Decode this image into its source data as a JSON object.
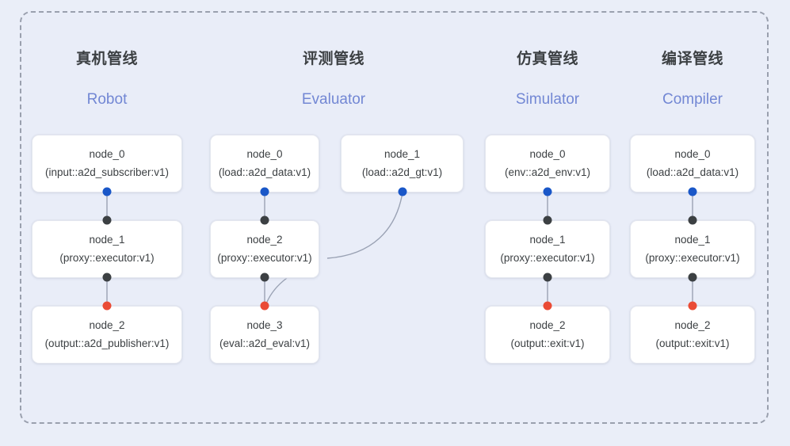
{
  "frame": {
    "name": "pipeline-canvas",
    "border_style": "dashed",
    "border_color": "#9aa0ae",
    "background": "#e9edf8"
  },
  "colors": {
    "canvas_bg": "#eaeef8",
    "node_bg": "#ffffff",
    "node_border": "#e4e7ef",
    "heading_cn": "#3c4043",
    "heading_en": "#7287d4",
    "port_input": "#1a57c8",
    "port_proxy": "#3c4043",
    "port_output": "#ea4b35",
    "edge": "#9aa2b4"
  },
  "columns": [
    {
      "id": "robot",
      "title_cn": "真机管线",
      "title_en": "Robot",
      "nodes": [
        {
          "id": "node_0",
          "spec": "(input::a2d_subscriber:v1)"
        },
        {
          "id": "node_1",
          "spec": "(proxy::executor:v1)"
        },
        {
          "id": "node_2",
          "spec": "(output::a2d_publisher:v1)"
        }
      ]
    },
    {
      "id": "evaluator",
      "title_cn": "评测管线",
      "title_en": "Evaluator",
      "nodes": [
        {
          "id": "node_0",
          "spec": "(load::a2d_data:v1)"
        },
        {
          "id": "node_1",
          "spec": "(load::a2d_gt:v1)"
        },
        {
          "id": "node_2",
          "spec": "(proxy::executor:v1)"
        },
        {
          "id": "node_3",
          "spec": "(eval::a2d_eval:v1)"
        }
      ]
    },
    {
      "id": "simulator",
      "title_cn": "仿真管线",
      "title_en": "Simulator",
      "nodes": [
        {
          "id": "node_0",
          "spec": "(env::a2d_env:v1)"
        },
        {
          "id": "node_1",
          "spec": "(proxy::executor:v1)"
        },
        {
          "id": "node_2",
          "spec": "(output::exit:v1)"
        }
      ]
    },
    {
      "id": "compiler",
      "title_cn": "编译管线",
      "title_en": "Compiler",
      "nodes": [
        {
          "id": "node_0",
          "spec": "(load::a2d_data:v1)"
        },
        {
          "id": "node_1",
          "spec": "(proxy::executor:v1)"
        },
        {
          "id": "node_2",
          "spec": "(output::exit:v1)"
        }
      ]
    }
  ]
}
